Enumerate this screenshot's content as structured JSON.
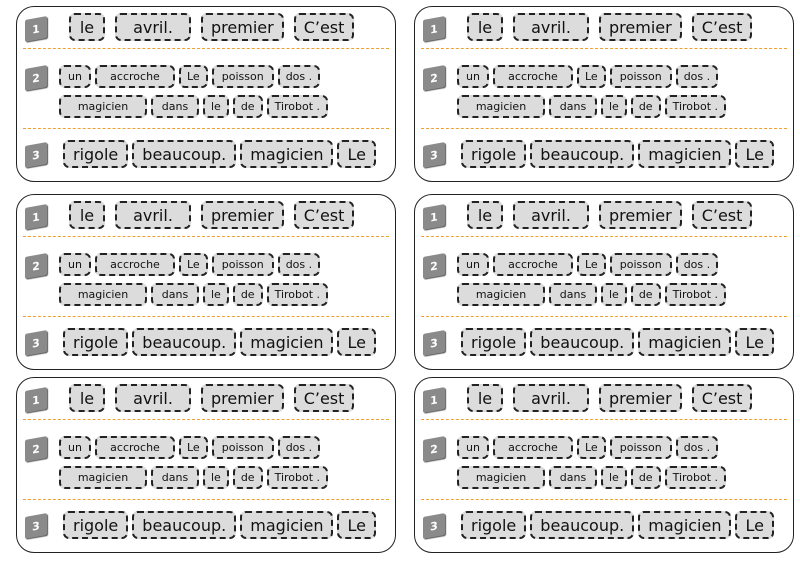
{
  "cards_count": 6,
  "badges": [
    "1",
    "2",
    "3"
  ],
  "row1": [
    "le",
    "avril.",
    "premier",
    "C’est"
  ],
  "row2a": [
    "un",
    "accroche",
    "Le",
    "poisson",
    "dos ."
  ],
  "row2b": [
    "magicien",
    "dans",
    "le",
    "de",
    "Tirobot ."
  ],
  "row3": [
    "rigole",
    "beaucoup.",
    "magicien",
    "Le"
  ],
  "colors": {
    "badge": "#8a8a8a",
    "tile": "#dcdcdc",
    "separator": "#f0a030"
  }
}
